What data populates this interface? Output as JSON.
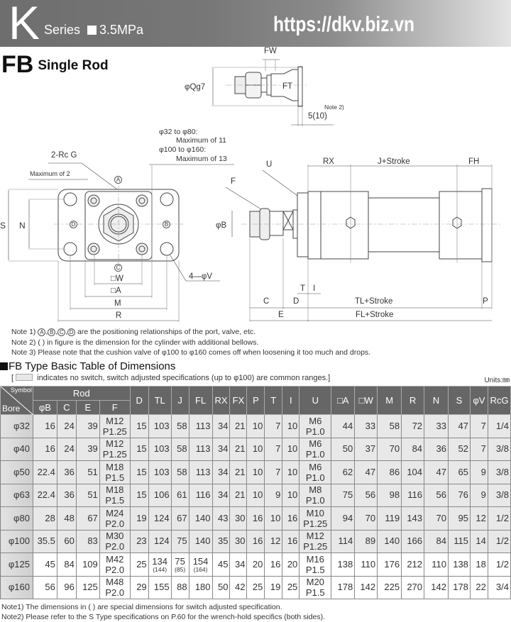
{
  "banner": {
    "series_letter": "K",
    "series_label": "Series",
    "pressure": "3.5MPa",
    "url": "https://dkv.biz.vn"
  },
  "title": {
    "main": "FB",
    "sub": "Single Rod"
  },
  "drawing_labels": {
    "fw": "FW",
    "qg7": "φQg7",
    "ft": "FT",
    "note2": "Note 2)",
    "five_ten": "5(10)",
    "phi32_80": "φ32 to φ80:",
    "max11": "Maximum of 11",
    "phi100_160": "φ100 to φ160:",
    "max13": "Maximum of 13",
    "rc": "2-Rc  G",
    "max2": "Maximum of 2",
    "a": "A",
    "b": "B",
    "c": "C",
    "d": "D",
    "s": "S",
    "n": "N",
    "sqw": "□W",
    "sqa": "□A",
    "m": "M",
    "r": "R",
    "v": "4—φV",
    "u": "U",
    "f": "F",
    "phib": "φB",
    "rx": "RX",
    "jstroke": "J+Stroke",
    "fh": "FH",
    "t": "T",
    "i": "I",
    "cdim": "C",
    "ddim": "D",
    "edim": "E",
    "tlstroke": "TL+Stroke",
    "flstroke": "FL+Stroke",
    "p": "P"
  },
  "notes": [
    {
      "prefix": "Note 1)",
      "circles": [
        "A",
        "B",
        "C",
        "D"
      ],
      "text": "are the positioning relationships of the port, valve, etc."
    },
    {
      "prefix": "Note 2)",
      "text": "( ) in figure is the dimension for the cylinder with additional bellows."
    },
    {
      "prefix": "Note 3)",
      "text": "Please note that the cushion valve of φ100 to φ160 comes off when loosening it too much and drops."
    }
  ],
  "table_title": "FB Type Basic Table of Dimensions",
  "legend": {
    "text": "indicates no switch, switch adjusted specifications (up to φ100) are common ranges.]",
    "open_bracket": "[",
    "units": "Units:㎜"
  },
  "table": {
    "corner_top": "Symbol",
    "corner_bottom": "Bore",
    "group_rod": "Rod",
    "rod_cols": [
      "φB",
      "C",
      "E",
      "F"
    ],
    "cols": [
      "D",
      "TL",
      "J",
      "FL",
      "RX",
      "FX",
      "P",
      "T",
      "I",
      "U",
      "□A",
      "□W",
      "M",
      "R",
      "N",
      "S",
      "φV",
      "RcG"
    ],
    "rows": [
      {
        "bore": "φ32",
        "phiB": "16",
        "C": "24",
        "E": "39",
        "F": [
          "M12",
          "P1.25"
        ],
        "D": "15",
        "TL": "103",
        "J": "58",
        "FL": "113",
        "RX": "34",
        "FX": "21",
        "P": "10",
        "T": "7",
        "I": "10",
        "U": [
          "M6",
          "P1.0"
        ],
        "A": "44",
        "W": "33",
        "M": "58",
        "R": "72",
        "N": "33",
        "S": "47",
        "V": "7",
        "RcG": "1/4",
        "shaded": true
      },
      {
        "bore": "φ40",
        "phiB": "16",
        "C": "24",
        "E": "39",
        "F": [
          "M12",
          "P1.25"
        ],
        "D": "15",
        "TL": "103",
        "J": "58",
        "FL": "113",
        "RX": "34",
        "FX": "21",
        "P": "10",
        "T": "7",
        "I": "10",
        "U": [
          "M6",
          "P1.0"
        ],
        "A": "50",
        "W": "37",
        "M": "70",
        "R": "84",
        "N": "36",
        "S": "52",
        "V": "7",
        "RcG": "3/8",
        "shaded": true
      },
      {
        "bore": "φ50",
        "phiB": "22.4",
        "C": "36",
        "E": "51",
        "F": [
          "M18",
          "P1.5"
        ],
        "D": "15",
        "TL": "103",
        "J": "58",
        "FL": "113",
        "RX": "34",
        "FX": "21",
        "P": "10",
        "T": "7",
        "I": "10",
        "U": [
          "M6",
          "P1.0"
        ],
        "A": "62",
        "W": "47",
        "M": "86",
        "R": "104",
        "N": "47",
        "S": "65",
        "V": "9",
        "RcG": "3/8",
        "shaded": true
      },
      {
        "bore": "φ63",
        "phiB": "22.4",
        "C": "36",
        "E": "51",
        "F": [
          "M18",
          "P1.5"
        ],
        "D": "15",
        "TL": "106",
        "J": "61",
        "FL": "116",
        "RX": "34",
        "FX": "21",
        "P": "10",
        "T": "9",
        "I": "10",
        "U": [
          "M8",
          "P1.0"
        ],
        "A": "75",
        "W": "56",
        "M": "98",
        "R": "116",
        "N": "56",
        "S": "76",
        "V": "9",
        "RcG": "3/8",
        "shaded": true
      },
      {
        "bore": "φ80",
        "phiB": "28",
        "C": "48",
        "E": "67",
        "F": [
          "M24",
          "P2.0"
        ],
        "D": "19",
        "TL": "124",
        "J": "67",
        "FL": "140",
        "RX": "43",
        "FX": "30",
        "P": "16",
        "T": "10",
        "I": "16",
        "U": [
          "M10",
          "P1.25"
        ],
        "A": "94",
        "W": "70",
        "M": "119",
        "R": "143",
        "N": "70",
        "S": "95",
        "V": "12",
        "RcG": "1/2",
        "shaded": true
      },
      {
        "bore": "φ100",
        "phiB": "35.5",
        "C": "60",
        "E": "83",
        "F": [
          "M30",
          "P2.0"
        ],
        "D": "23",
        "TL": "124",
        "J": "75",
        "FL": "140",
        "RX": "35",
        "FX": "30",
        "P": "16",
        "T": "12",
        "I": "16",
        "U": [
          "M12",
          "P1.25"
        ],
        "A": "114",
        "W": "89",
        "M": "140",
        "R": "166",
        "N": "84",
        "S": "115",
        "V": "14",
        "RcG": "1/2",
        "shaded": true
      },
      {
        "bore": "φ125",
        "phiB": "45",
        "C": "84",
        "E": "109",
        "F": [
          "M42",
          "P2.0"
        ],
        "D": "25",
        "TL": "134",
        "TL_alt": "(144)",
        "J": "75",
        "J_alt": "(85)",
        "FL": "154",
        "FL_alt": "(164)",
        "RX": "45",
        "FX": "34",
        "P": "20",
        "T": "16",
        "I": "20",
        "U": [
          "M16",
          "P1.5"
        ],
        "A": "138",
        "W": "110",
        "M": "176",
        "R": "212",
        "N": "110",
        "S": "138",
        "V": "18",
        "RcG": "1/2",
        "shaded": false
      },
      {
        "bore": "φ160",
        "phiB": "56",
        "C": "96",
        "E": "125",
        "F": [
          "M48",
          "P2.0"
        ],
        "D": "29",
        "TL": "155",
        "J": "88",
        "FL": "180",
        "RX": "50",
        "FX": "42",
        "P": "25",
        "T": "19",
        "I": "25",
        "U": [
          "M20",
          "P1.5"
        ],
        "A": "178",
        "W": "142",
        "M": "225",
        "R": "270",
        "N": "142",
        "S": "178",
        "V": "22",
        "RcG": "3/4",
        "shaded": false
      }
    ]
  },
  "footnotes": [
    "Note1) The dimensions in (   ) are special dimensions for switch adjusted specification.",
    "Note2) Please refer to the S Type specifications on P.60 for the wrench-hold specifics (both sides)."
  ],
  "colors": {
    "header_bg": "#666666",
    "shaded_cell": "#e8e8e8",
    "banner_dark": "#6e6e6e"
  }
}
